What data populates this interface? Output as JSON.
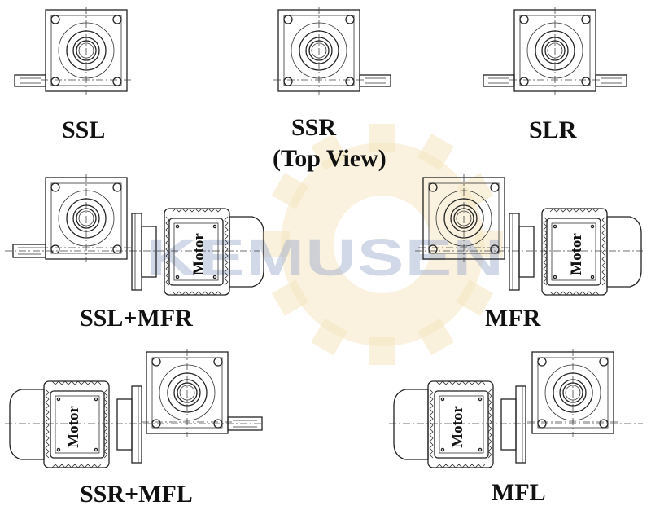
{
  "labels": {
    "ssl": "SSL",
    "ssr": "SSR",
    "slr": "SLR",
    "top_view": "(Top View)",
    "ssl_mfr": "SSL+MFR",
    "mfr": "MFR",
    "ssr_mfl": "SSR+MFL",
    "mfl": "MFL"
  },
  "motor_label": "Motor",
  "watermark": {
    "text": "KEMUSEN",
    "text_color": "#9aa9cc",
    "gear_color": "#f3dfb0"
  },
  "colors": {
    "line": "#222222",
    "background": "#ffffff"
  }
}
